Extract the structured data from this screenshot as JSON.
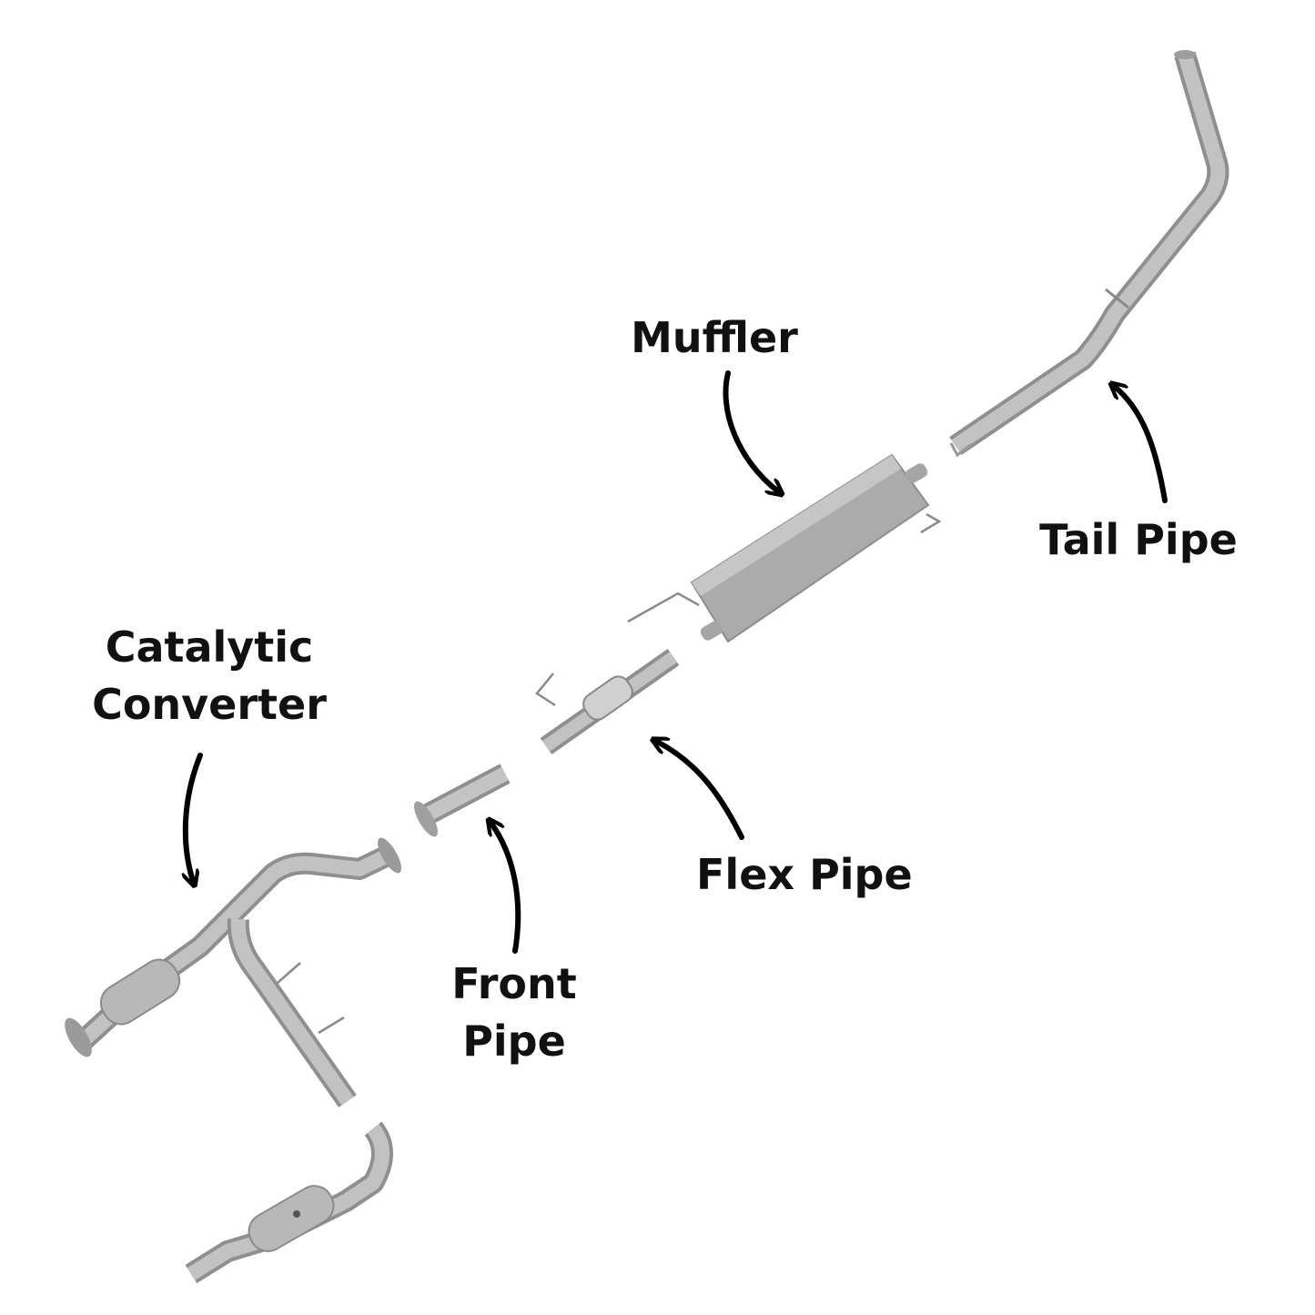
{
  "labels": {
    "muffler": "Muffler",
    "tail_pipe": "Tail Pipe",
    "catalytic_converter": [
      "Catalytic",
      "Converter"
    ],
    "front_pipe": [
      "Front",
      "Pipe"
    ],
    "flex_pipe": "Flex Pipe"
  },
  "colors": {
    "pipe": "#b5b5b5",
    "pipe_dark": "#8a8a8a",
    "muffler": "#a8a8a8",
    "text": "#111111",
    "arrow": "#000000"
  }
}
